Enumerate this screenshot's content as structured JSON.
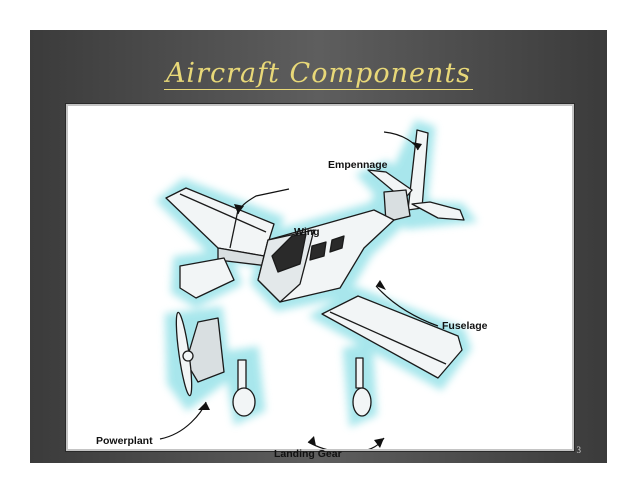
{
  "slide": {
    "title": "Aircraft Components",
    "page_number": "3"
  },
  "figure": {
    "labels": {
      "empennage": "Empennage",
      "wing": "Wing",
      "fuselage": "Fuselage",
      "powerplant": "Powerplant",
      "landing_gear": "Landing Gear"
    }
  },
  "colors": {
    "slide_background": "#4a4a4a",
    "title_text": "#e8d878",
    "component_glow": "#9fe4ea",
    "component_fill": "#f2f5f6",
    "outline": "#1a1a1a"
  }
}
